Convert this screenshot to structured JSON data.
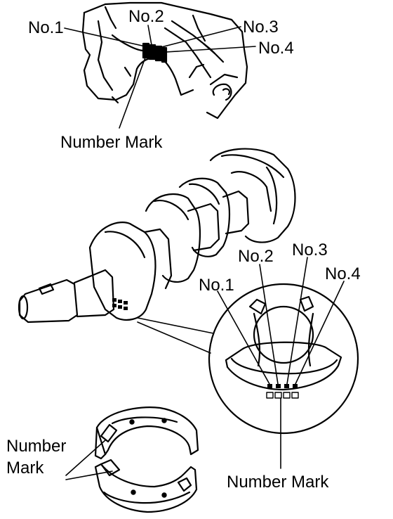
{
  "top_view": {
    "no1": "No.1",
    "no2": "No.2",
    "no3": "No.3",
    "no4": "No.4",
    "number_mark": "Number Mark"
  },
  "crank_detail": {
    "no1": "No.1",
    "no2": "No.2",
    "no3": "No.3",
    "no4": "No.4",
    "number_mark": "Number Mark"
  },
  "bearing": {
    "number_mark_line1": "Number",
    "number_mark_line2": "Mark"
  }
}
